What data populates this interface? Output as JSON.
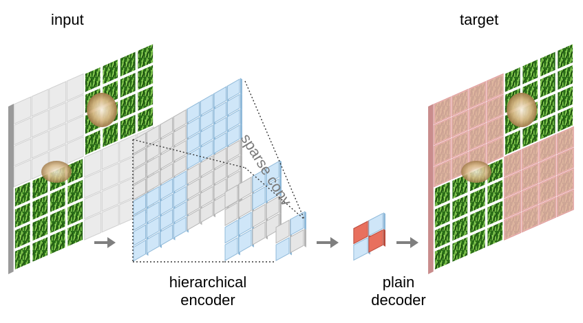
{
  "labels": {
    "input": "input",
    "target": "target",
    "sparse_conv": "sparse conv",
    "encoder_line1": "hierarchical",
    "encoder_line2": "encoder",
    "decoder_line1": "plain",
    "decoder_line2": "decoder"
  },
  "colors": {
    "masked_patch": "#ebebeb",
    "sparse_feature": "#cfe6f8",
    "masked_feature": "#e6e6e6",
    "decoder_red": "#e8705e",
    "decoder_blue": "#cfe6f8",
    "target_overlay": "#f3b3b1",
    "arrow": "#7f7f7f",
    "grass_dark": "#1e5512",
    "grass_light": "#7ec04a"
  },
  "icons": {
    "grass_patch": "grass-photo-patch",
    "dog_patch": "dog-photo-patch",
    "arrow": "right-arrow-icon"
  }
}
